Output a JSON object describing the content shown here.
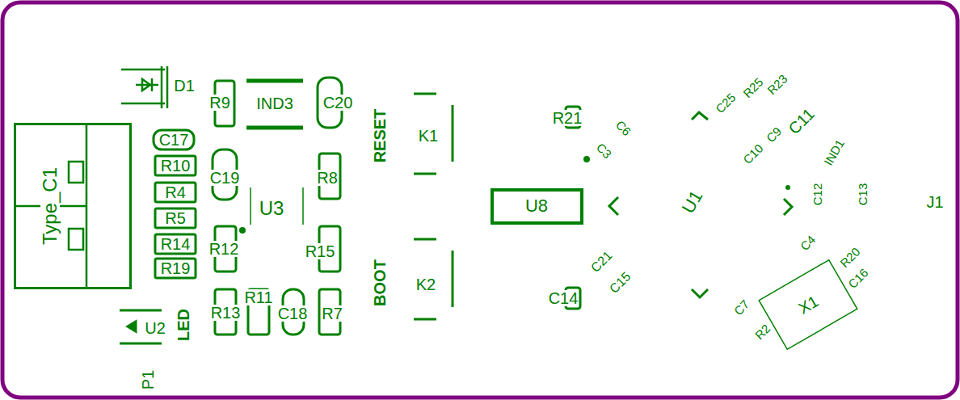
{
  "diagram": {
    "nodes": [
      {
        "text": [
          "Type_C1"
        ]
      },
      {
        "text": [
          "U8"
        ]
      }
    ],
    "labels": [
      "D1",
      "R9",
      "IND3",
      "C20",
      "RESET",
      "K1",
      "C17",
      "R10",
      "R4",
      "R5",
      "R14",
      "R19",
      "C19",
      "U3",
      "R8",
      "R12",
      "R15",
      "BOOT",
      "K2",
      "R13",
      "R11",
      "C18",
      "R7",
      "U2",
      "LED",
      "P1",
      "R21",
      "C6",
      "C3",
      "U1",
      "J1",
      "C21",
      "C15",
      "C14",
      "X1",
      "C25",
      "R25",
      "R23",
      "C11",
      "C9",
      "C10",
      "IND1",
      "C12",
      "C13",
      "R20",
      "C16",
      "C7",
      "R2",
      "C4"
    ]
  }
}
